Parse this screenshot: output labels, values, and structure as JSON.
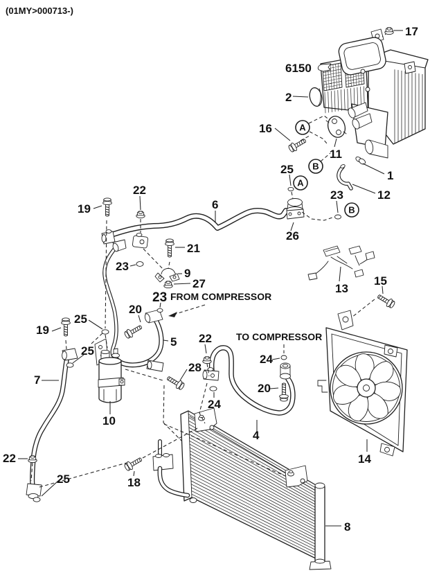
{
  "header": {
    "model_note": "(01MY>000713-)"
  },
  "labels": {
    "assembly_ref": "6150",
    "from_compressor": "FROM COMPRESSOR",
    "to_compressor": "TO COMPRESSOR",
    "view_a": "A",
    "view_b": "B"
  },
  "callouts": {
    "c1": "1",
    "c2": "2",
    "c4": "4",
    "c5": "5",
    "c6": "6",
    "c7": "7",
    "c8": "8",
    "c9": "9",
    "c10": "10",
    "c11": "11",
    "c12": "12",
    "c13": "13",
    "c14": "14",
    "c15": "15",
    "c16": "16",
    "c17": "17",
    "c18": "18",
    "c19_top": "19",
    "c19_left": "19",
    "c20_left": "20",
    "c20_right": "20",
    "c21": "21",
    "c22_top": "22",
    "c22_mid": "22",
    "c22_bottom": "22",
    "c23_valve": "23",
    "c23_junction": "23",
    "c23_from": "23",
    "c24_left": "24",
    "c24_right": "24",
    "c25_valve": "25",
    "c25_top": "25",
    "c25_mid": "25",
    "c25_bottom": "25",
    "c26": "26",
    "c27": "27",
    "c28": "28"
  },
  "colors": {
    "line": "#1f1f1f",
    "text": "#111111",
    "background": "#ffffff"
  }
}
